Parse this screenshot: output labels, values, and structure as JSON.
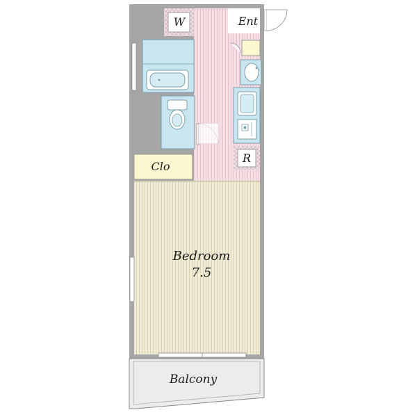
{
  "rooms": {
    "washer": "W",
    "entrance": "Ent",
    "closet": "Clo",
    "refrigerator": "R",
    "bedroom_label": "Bedroom",
    "bedroom_size": "7.5",
    "balcony": "Balcony"
  },
  "colors": {
    "wall": "#a6a6a6",
    "floor_pink": "#f5dfe4",
    "floor_pink_stripe": "#e6c2ca",
    "floor_wood": "#f0ecd7",
    "floor_wood_stripe": "#d9d2ae",
    "wet_area": "#c8e6ef",
    "wet_outline": "#7a9eac",
    "closet_fill": "#fbf7d0",
    "balcony_fill": "#ececec"
  },
  "icons": [
    "bathtub-icon",
    "toilet-icon",
    "sink-icon",
    "stove-icon",
    "washbasin-icon",
    "door-swing-icon"
  ]
}
